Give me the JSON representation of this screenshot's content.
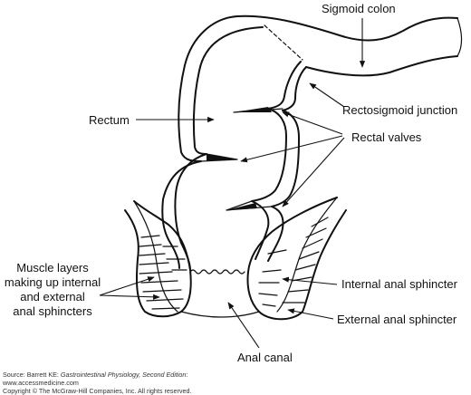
{
  "labels": {
    "sigmoid_colon": "Sigmoid colon",
    "rectum": "Rectum",
    "rectosigmoid_junction": "Rectosigmoid junction",
    "rectal_valves": "Rectal valves",
    "muscle_layers": [
      "Muscle layers",
      "making up internal",
      "and external",
      "anal sphincters"
    ],
    "internal_anal_sphincter": "Internal anal sphincter",
    "external_anal_sphincter": "External anal sphincter",
    "anal_canal": "Anal canal"
  },
  "source": {
    "prefix": "Source: Barrett KE: ",
    "book": "Gastrointestinal Physiology, Second Edition",
    "suffix": ":",
    "url": "www.accessmedicine.com",
    "copyright": "Copyright © The McGraw-Hill Companies, Inc. All rights reserved."
  }
}
